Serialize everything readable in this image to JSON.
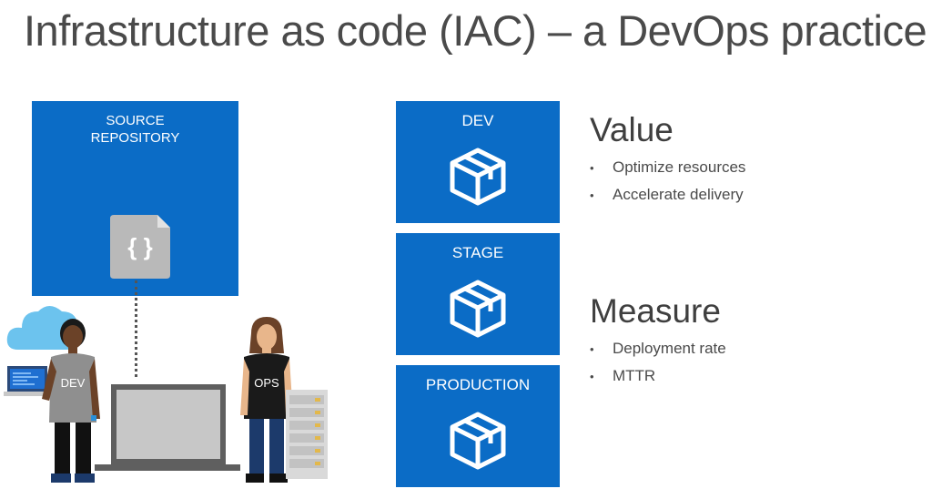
{
  "title": "Infrastructure as code (IAC) – a DevOps practice",
  "repository": {
    "label_lines": [
      "SOURCE",
      "REPOSITORY"
    ],
    "icon": "code-file-icon",
    "icon_text": "{ }"
  },
  "environments": [
    {
      "label": "DEV",
      "icon": "package-box-icon"
    },
    {
      "label": "STAGE",
      "icon": "package-box-icon"
    },
    {
      "label": "PRODUCTION",
      "icon": "package-box-icon"
    }
  ],
  "value": {
    "heading": "Value",
    "items": [
      "Optimize resources",
      "Accelerate delivery"
    ]
  },
  "measure": {
    "heading": "Measure",
    "items": [
      "Deployment rate",
      "MTTR"
    ]
  },
  "people": {
    "dev_label": "DEV",
    "ops_label": "OPS"
  },
  "colors": {
    "accent_blue": "#0b6cc6",
    "text": "#3f3f3f",
    "cloud": "#6cc3ee"
  }
}
